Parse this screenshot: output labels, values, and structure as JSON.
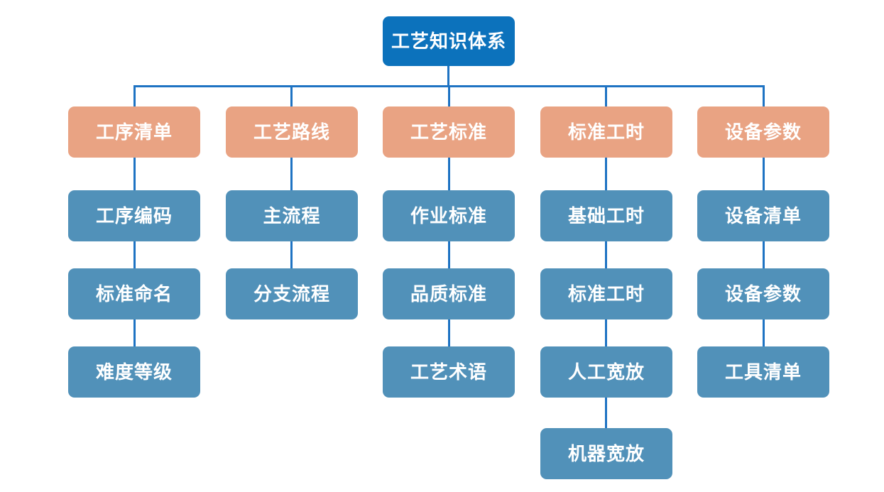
{
  "diagram": {
    "title": "工艺知识体系",
    "type": "org-tree",
    "colors": {
      "root_fill": "#0c72bc",
      "header_fill": "#e9a383",
      "child_fill": "#5191b9",
      "connector": "#1e73c3",
      "node_text": "#ffffff",
      "canvas_bg": "#ffffff"
    },
    "tree": {
      "root": {
        "label": "工艺知识体系"
      },
      "columns": [
        {
          "header": {
            "label": "工序清单"
          },
          "children": [
            {
              "label": "工序编码"
            },
            {
              "label": "标准命名"
            },
            {
              "label": "难度等级"
            }
          ]
        },
        {
          "header": {
            "label": "工艺路线"
          },
          "children": [
            {
              "label": "主流程"
            },
            {
              "label": "分支流程"
            }
          ]
        },
        {
          "header": {
            "label": "工艺标准"
          },
          "children": [
            {
              "label": "作业标准"
            },
            {
              "label": "品质标准"
            },
            {
              "label": "工艺术语"
            }
          ]
        },
        {
          "header": {
            "label": "标准工时"
          },
          "children": [
            {
              "label": "基础工时"
            },
            {
              "label": "标准工时"
            },
            {
              "label": "人工宽放"
            },
            {
              "label": "机器宽放"
            }
          ]
        },
        {
          "header": {
            "label": "设备参数"
          },
          "children": [
            {
              "label": "设备清单"
            },
            {
              "label": "设备参数"
            },
            {
              "label": "工具清单"
            }
          ]
        }
      ]
    }
  }
}
